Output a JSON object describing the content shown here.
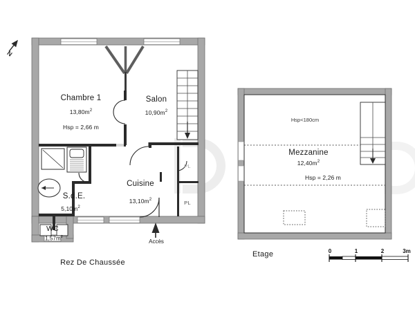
{
  "document": {
    "type": "floor-plan",
    "compass": {
      "label": "N",
      "name": "north-arrow"
    }
  },
  "colors": {
    "wall_fill": "#a8a8a8",
    "wall_stroke": "#6f6f6f",
    "interior_line": "#2b2b2b",
    "text": "#1a1a1a",
    "paper": "#ffffff",
    "watermark": "#efefef"
  },
  "plans": [
    {
      "id": "ground-floor",
      "title": "Rez De Chaussée",
      "rooms": [
        {
          "id": "chambre-1",
          "name": "Chambre 1",
          "area": "13,80m",
          "area_unit": "2",
          "hsp": "Hsp = 2,66 m"
        },
        {
          "id": "salon",
          "name": "Salon",
          "area": "10,90m",
          "area_unit": "2",
          "hsp": ""
        },
        {
          "id": "cuisine",
          "name": "Cuisine",
          "area": "13,10m",
          "area_unit": "2",
          "hsp": ""
        },
        {
          "id": "salle-de-eau",
          "name": "S.d.E.",
          "area": "5,10m",
          "area_unit": "2",
          "hsp": ""
        },
        {
          "id": "wc",
          "name": "WC",
          "area": "1,57m",
          "area_unit": "2",
          "hsp": ""
        }
      ],
      "closets": [
        {
          "id": "closet-upper",
          "label": "PL"
        },
        {
          "id": "closet-lower",
          "label": "PL"
        }
      ],
      "annotations": [
        {
          "id": "entrance",
          "label": "Accès",
          "icon": "up-arrow"
        }
      ]
    },
    {
      "id": "upper-floor",
      "title": "Etage",
      "rooms": [
        {
          "id": "mezzanine",
          "name": "Mezzanine",
          "area": "12,40m",
          "area_unit": "2",
          "hsp": "Hsp = 2,26 m"
        }
      ],
      "annotations": [
        {
          "id": "low-ceiling",
          "label": "Hsp<180cm"
        }
      ]
    }
  ],
  "scale_bar": {
    "ticks": [
      "0",
      "1",
      "2",
      "3m"
    ],
    "unit": "m",
    "range_meters": 3
  }
}
